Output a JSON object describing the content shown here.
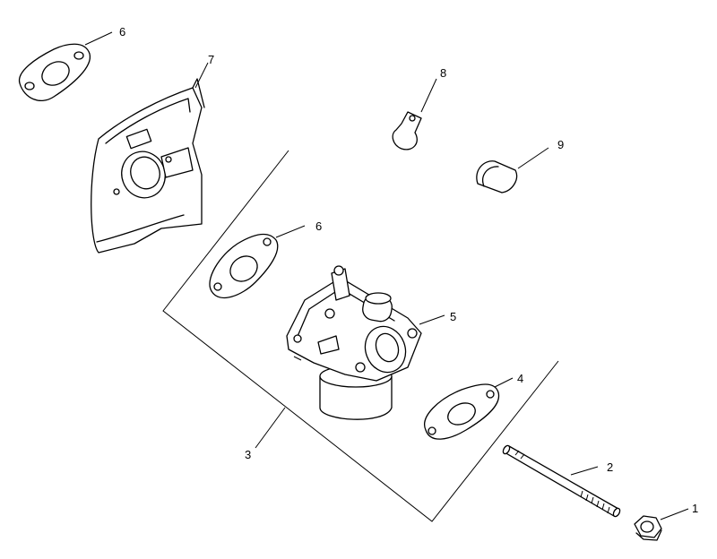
{
  "callouts": {
    "c1": "1",
    "c2": "2",
    "c3": "3",
    "c4": "4",
    "c5": "5",
    "c6a": "6",
    "c6b": "6",
    "c7": "7",
    "c8": "8",
    "c9": "9"
  }
}
